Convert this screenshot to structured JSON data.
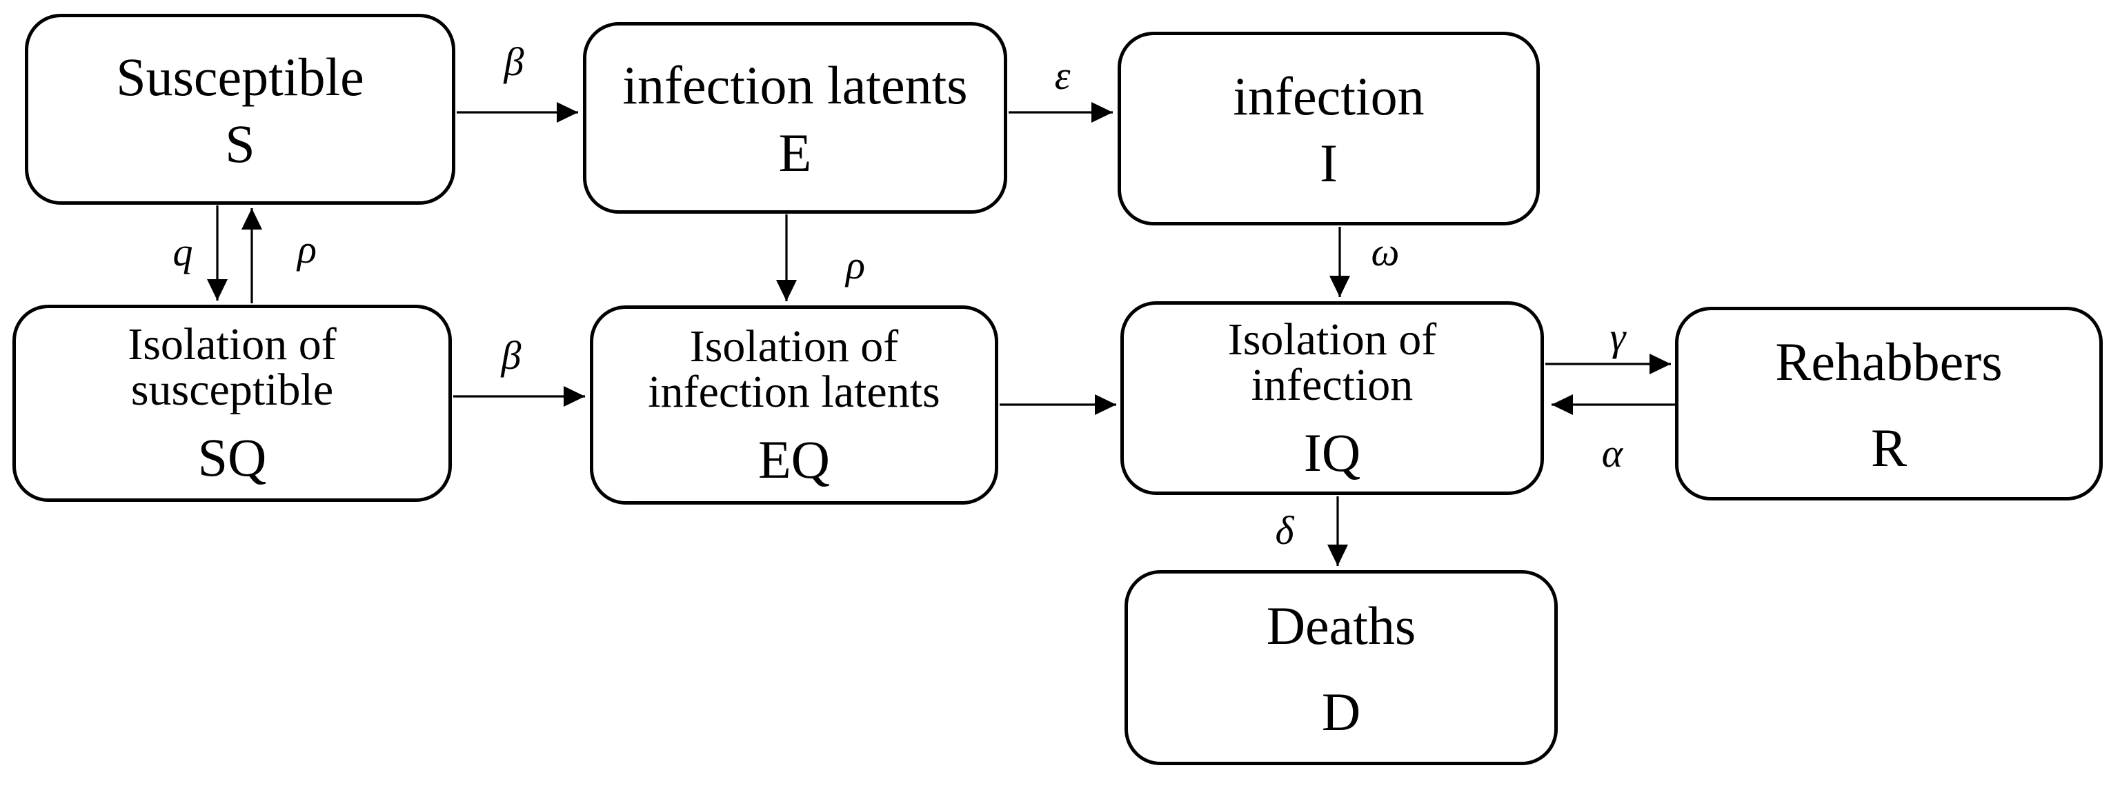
{
  "diagram": {
    "type": "compartment-model-flowchart",
    "background_color": "#ffffff",
    "stroke_color": "#000000",
    "text_color": "#000000",
    "nodes": [
      {
        "id": "S",
        "lines": [
          "Susceptible"
        ],
        "symbol": "S"
      },
      {
        "id": "E",
        "lines": [
          "infection latents"
        ],
        "symbol": "E"
      },
      {
        "id": "I",
        "lines": [
          "infection"
        ],
        "symbol": "I"
      },
      {
        "id": "SQ",
        "lines": [
          "Isolation of",
          "susceptible"
        ],
        "symbol": "SQ"
      },
      {
        "id": "EQ",
        "lines": [
          "Isolation of",
          "infection latents"
        ],
        "symbol": "EQ"
      },
      {
        "id": "IQ",
        "lines": [
          "Isolation of",
          "infection"
        ],
        "symbol": "IQ"
      },
      {
        "id": "R",
        "lines": [
          "Rehabbers"
        ],
        "symbol": "R"
      },
      {
        "id": "D",
        "lines": [
          "Deaths"
        ],
        "symbol": "D"
      }
    ],
    "edges": [
      {
        "from": "S",
        "to": "E",
        "label": "β"
      },
      {
        "from": "E",
        "to": "I",
        "label": "ε"
      },
      {
        "from": "S",
        "to": "SQ",
        "label": "q"
      },
      {
        "from": "SQ",
        "to": "S",
        "label": "ρ"
      },
      {
        "from": "E",
        "to": "EQ",
        "label": "ρ"
      },
      {
        "from": "I",
        "to": "IQ",
        "label": "ω"
      },
      {
        "from": "SQ",
        "to": "EQ",
        "label": "β"
      },
      {
        "from": "EQ",
        "to": "IQ",
        "label": ""
      },
      {
        "from": "IQ",
        "to": "R",
        "label": "γ"
      },
      {
        "from": "R",
        "to": "IQ",
        "label": "α"
      },
      {
        "from": "IQ",
        "to": "D",
        "label": "δ"
      }
    ]
  }
}
